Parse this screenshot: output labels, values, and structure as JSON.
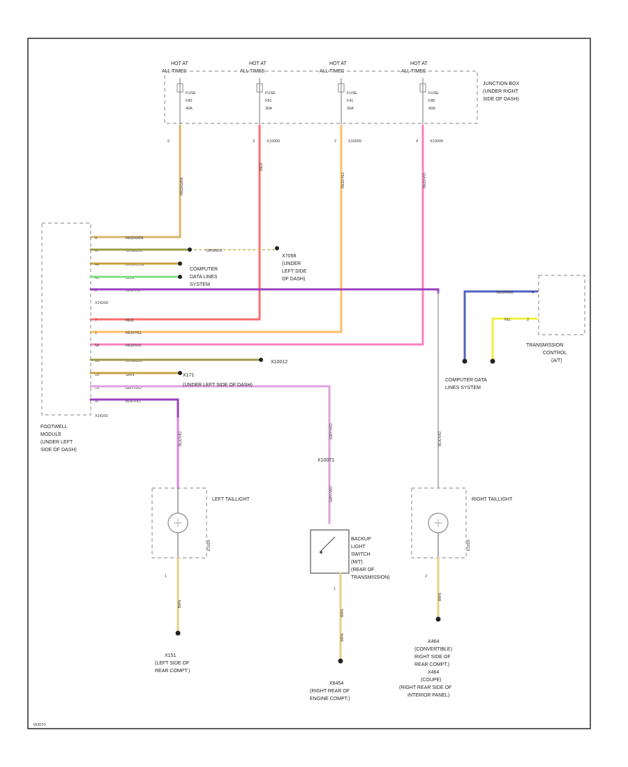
{
  "fuses": [
    {
      "hot": "HOT AT",
      "hot2": "ALL TIMES",
      "l1": "FUSE",
      "l2": "F80",
      "l3": "40A",
      "pin": "5",
      "conn": ""
    },
    {
      "hot": "HOT AT",
      "hot2": "ALL TIMES",
      "l1": "FUSE",
      "l2": "F81",
      "l3": "30A",
      "pin": "3",
      "conn": "X10009"
    },
    {
      "hot": "HOT AT",
      "hot2": "ALL TIMES",
      "l1": "FUSE",
      "l2": "F41",
      "l3": "30A",
      "pin": "2",
      "conn": "X10009"
    },
    {
      "hot": "HOT AT",
      "hot2": "ALL TIMES",
      "l1": "FUSE",
      "l2": "F85",
      "l3": "40A",
      "pin": "4",
      "conn": "X10009"
    }
  ],
  "junction_box": [
    "JUNCTION BOX",
    "(UNDER RIGHT",
    "SIDE OF DASH)"
  ],
  "vertical_wire_labels": [
    "RED/GRN",
    "RED",
    "RED/YEL",
    "RED/VIO"
  ],
  "fwm_wires": [
    {
      "pin": "9",
      "color": "RED/GRN"
    },
    {
      "pin": "47",
      "color": "GRN/BLK"
    },
    {
      "pin": "44",
      "color": "ORG/GRN"
    },
    {
      "pin": "45",
      "color": "GRN"
    },
    {
      "pin": "8",
      "color": "BLK/VIO"
    },
    {
      "pin": "7",
      "color": "RED"
    },
    {
      "pin": "1",
      "color": "RED/YEL"
    },
    {
      "pin": "58",
      "color": "RED/VIO"
    },
    {
      "pin": "18",
      "color": "GRN/BLK"
    },
    {
      "pin": "15",
      "color": "GRN"
    },
    {
      "pin": "79",
      "color": "GRY/VIO"
    },
    {
      "pin": "97",
      "color": "BLK/VIO"
    }
  ],
  "fwm_connectors": {
    "top": "X14200",
    "bottom": "X14201"
  },
  "grnblk_label": "GRN/BLK",
  "x7058": [
    "X7058",
    "(UNDER",
    "LEFT SIDE",
    "OF DASH)"
  ],
  "computer_data_lines_1": [
    "COMPUTER",
    "DATA LINES",
    "SYSTEM"
  ],
  "x10012": "X10012",
  "x171": "X171",
  "under_left_dash": "(UNDER LEFT SIDE OF DASH)",
  "footwell_module": [
    "FOOTWELL",
    "MODULE",
    "(UNDER LEFT",
    "SIDE OF DASH)"
  ],
  "transmission": {
    "wire1": "BLU/RED",
    "pin1": "4",
    "wire2": "YEL",
    "pin2": "2",
    "label": [
      "TRANSMISSION",
      "CONTROL",
      "(A/T)"
    ]
  },
  "computer_data_lines_2": [
    "COMPUTER DATA",
    "LINES SYSTEM"
  ],
  "left_taillight": {
    "name": "LEFT TAILLIGHT",
    "wire_top": "BLK/VIO",
    "wire_bot": "BRN",
    "pin_bot": "1",
    "conn": "E1020"
  },
  "right_taillight": {
    "name": "RIGHT TAILLIGHT",
    "wire_top": "BLK/VIO",
    "wire_bot": "BRN",
    "pin_bot": "2",
    "conn": "E1020"
  },
  "backup_switch": {
    "name": [
      "BACKUP",
      "LIGHT",
      "SWITCH",
      "(M/T)",
      "(REAR OF",
      "TRANSMISSION)"
    ],
    "wire_top": "GRY/VIO",
    "splice": "X10071",
    "wire_mid": "GRY/VIO",
    "wire_bot": "BRN",
    "wire_bot2": "BRN",
    "pin_bot": "1"
  },
  "ground_left": {
    "id": "X151",
    "desc": [
      "(LEFT SIDE OF",
      "REAR COMPT.)"
    ]
  },
  "ground_mid": {
    "id": "X6454",
    "desc": [
      "(RIGHT REAR OF",
      "ENGINE COMPT.)"
    ]
  },
  "ground_right": {
    "id": [
      "X464",
      "(CONVERTIBLE)",
      "RIGHT SIDE OF",
      "REAR COMPT.)",
      "X464",
      "(COUPE)",
      "(RIGHT REAR SIDE OF",
      "INTERIOR PANEL)"
    ]
  },
  "diagram_id": "W2070",
  "colors": {
    "red": "#ff6b6b",
    "pink": "#ff7fc0",
    "orange": "#ffbf66",
    "tan": "#d8b46a",
    "olive": "#9c9a4a",
    "green": "#7fe07f",
    "violet": "#9a3fbf",
    "gray": "#9a9a9a",
    "blue": "#5060c0",
    "yellow": "#f0f040"
  }
}
